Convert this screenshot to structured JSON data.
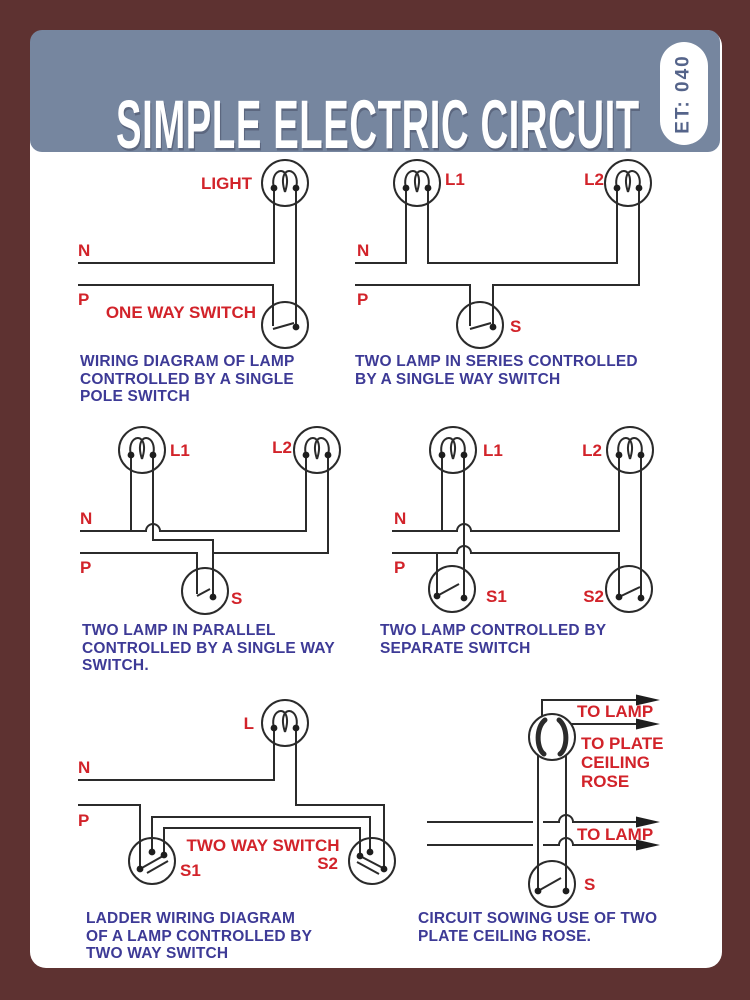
{
  "header": {
    "title": "SIMPLE ELECTRIC CIRCUIT",
    "code": "ET: 040"
  },
  "colors": {
    "frame": "#5E3231",
    "header_bg": "#76869F",
    "wire": "#2B2B2B",
    "label_red": "#D2232A",
    "caption_blue": "#3D3A96",
    "code_text": "#55648A"
  },
  "diagrams": [
    {
      "name": "single-pole-switch",
      "labels": {
        "light": "LIGHT",
        "n": "N",
        "p": "P",
        "switch_name": "ONE WAY SWITCH"
      },
      "caption": [
        "WIRING DIAGRAM OF LAMP",
        "CONTROLLED BY A SINGLE",
        "POLE SWITCH"
      ]
    },
    {
      "name": "two-lamp-series",
      "labels": {
        "l1": "L1",
        "l2": "L2",
        "n": "N",
        "p": "P",
        "s": "S"
      },
      "caption": [
        "TWO LAMP IN SERIES CONTROLLED",
        "BY A SINGLE WAY SWITCH"
      ]
    },
    {
      "name": "two-lamp-parallel",
      "labels": {
        "l1": "L1",
        "l2": "L2",
        "n": "N",
        "p": "P",
        "s": "S"
      },
      "caption": [
        "TWO LAMP IN PARALLEL",
        "CONTROLLED BY A SINGLE WAY",
        "SWITCH."
      ]
    },
    {
      "name": "two-lamp-separate-switch",
      "labels": {
        "l1": "L1",
        "l2": "L2",
        "n": "N",
        "p": "P",
        "s1": "S1",
        "s2": "S2"
      },
      "caption": [
        "TWO LAMP CONTROLLED BY",
        "SEPARATE SWITCH"
      ]
    },
    {
      "name": "two-way-switch-ladder",
      "labels": {
        "l": "L",
        "n": "N",
        "p": "P",
        "switch_name": "TWO WAY SWITCH",
        "s1": "S1",
        "s2": "S2"
      },
      "caption": [
        "LADDER WIRING DIAGRAM",
        "OF A LAMP CONTROLLED BY",
        "TWO WAY SWITCH"
      ]
    },
    {
      "name": "two-plate-ceiling-rose",
      "labels": {
        "to_lamp_top": "TO LAMP",
        "to_plate_1": "TO PLATE",
        "to_plate_2": "CEILING",
        "to_plate_3": "ROSE",
        "to_lamp_mid": "TO LAMP",
        "s": "S"
      },
      "caption": [
        "CIRCUIT SOWING USE OF TWO",
        "PLATE CEILING ROSE."
      ]
    }
  ]
}
